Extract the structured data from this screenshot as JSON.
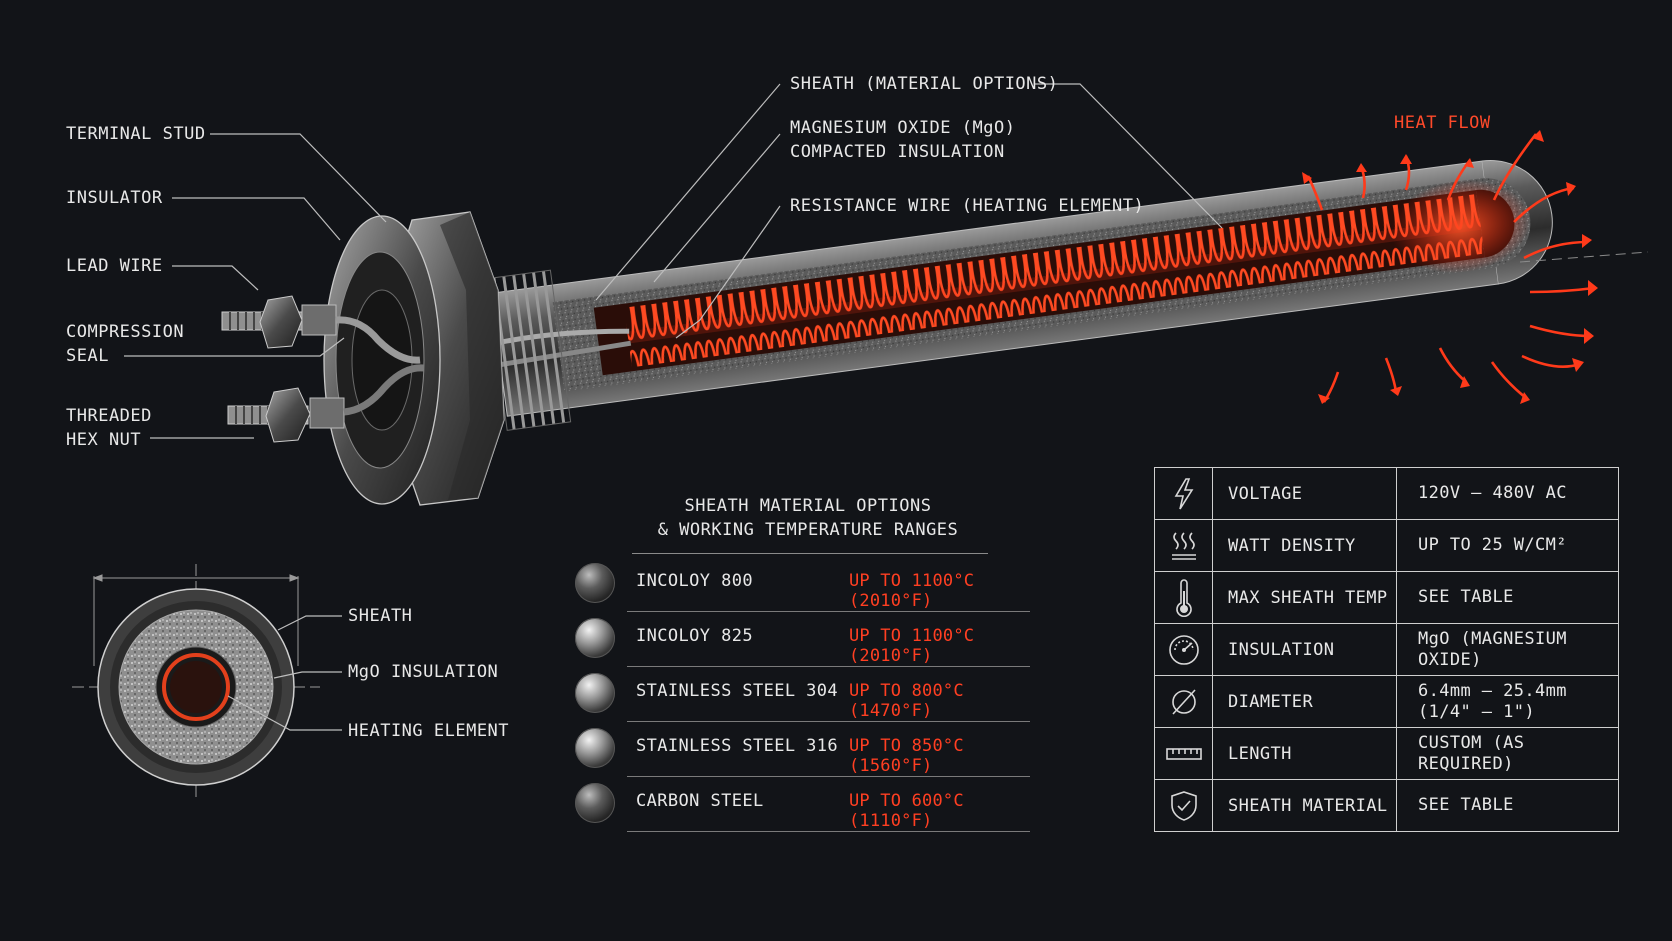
{
  "callouts": {
    "terminal_stud": "TERMINAL STUD",
    "insulator": "INSULATOR",
    "lead_wire": "LEAD WIRE",
    "compression_seal_1": "COMPRESSION",
    "compression_seal_2": "SEAL",
    "threaded_hex_nut_1": "THREADED",
    "threaded_hex_nut_2": "HEX NUT",
    "sheath": "SHEATH (MATERIAL OPTIONS)",
    "mgo_1": "MAGNESIUM OXIDE (MgO)",
    "mgo_2": "COMPACTED INSULATION",
    "resistance_wire": "RESISTANCE WIRE (HEATING ELEMENT)",
    "heat_flow": "HEAT FLOW"
  },
  "cross_section": {
    "sheath": "SHEATH",
    "insulation": "MgO INSULATION",
    "element": "HEATING ELEMENT"
  },
  "materials": {
    "title_1": "SHEATH MATERIAL OPTIONS",
    "title_2": "& WORKING TEMPERATURE RANGES",
    "rows": [
      {
        "name": "INCOLOY 800",
        "temp": "UP TO 1100°C (2010°F)"
      },
      {
        "name": "INCOLOY 825",
        "temp": "UP TO 1100°C (2010°F)"
      },
      {
        "name": "STAINLESS STEEL 304",
        "temp": "UP TO 800°C (1470°F)"
      },
      {
        "name": "STAINLESS STEEL 316",
        "temp": "UP TO 850°C (1560°F)"
      },
      {
        "name": "CARBON STEEL",
        "temp": "UP TO 600°C (1110°F)"
      }
    ]
  },
  "specs": [
    {
      "icon": "lightning-icon",
      "label": "VOLTAGE",
      "value": "120V – 480V AC"
    },
    {
      "icon": "heat-waves-icon",
      "label": "WATT DENSITY",
      "value": "UP TO 25 W/CM²"
    },
    {
      "icon": "thermometer-icon",
      "label": "MAX SHEATH TEMP",
      "value": "SEE TABLE"
    },
    {
      "icon": "gauge-icon",
      "label": "INSULATION",
      "value": "MgO (MAGNESIUM OXIDE)"
    },
    {
      "icon": "diameter-icon",
      "label": "DIAMETER",
      "value": "6.4mm – 25.4mm",
      "value_2": "(1/4\" – 1\")"
    },
    {
      "icon": "ruler-icon",
      "label": "LENGTH",
      "value": "CUSTOM (AS REQUIRED)"
    },
    {
      "icon": "shield-check-icon",
      "label": "SHEATH MATERIAL",
      "value": "SEE TABLE"
    }
  ],
  "colors": {
    "background": "#121418",
    "accent_red": "#ff3f22",
    "line": "#cfcfcf"
  }
}
